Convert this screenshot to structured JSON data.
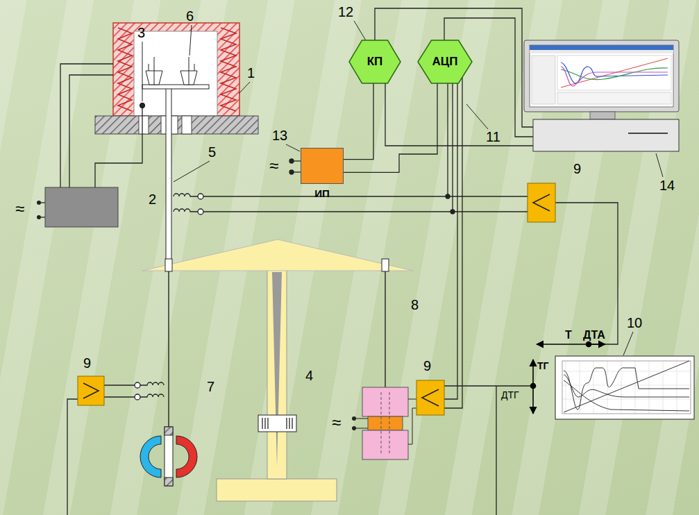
{
  "diagram": {
    "nodes": [
      {
        "text": [
          "КП"
        ]
      },
      {
        "text": [
          "АЦП"
        ]
      },
      {
        "text": [
          "ИП"
        ]
      }
    ],
    "edges": [
      {
        "from": 2,
        "to": 0,
        "arrow": "none"
      },
      {
        "from": 2,
        "to": 1,
        "arrow": "none"
      }
    ],
    "labels": [
      "6",
      "3",
      "1",
      "12",
      "5",
      "13",
      "11",
      "9",
      "2",
      "14",
      "9",
      "10",
      "9",
      "7",
      "4",
      "8",
      "T",
      "ДТА",
      "ТГ",
      "ДТГ",
      "≈",
      "≈",
      "≈"
    ]
  }
}
